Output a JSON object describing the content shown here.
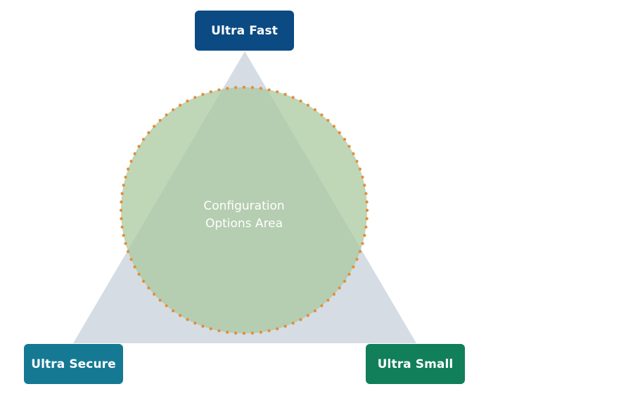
{
  "diagram": {
    "type": "trade-off triangle",
    "vertices": [
      {
        "id": "fast",
        "label": "Ultra Fast",
        "color": "#0b4a82"
      },
      {
        "id": "secure",
        "label": "Ultra Secure",
        "color": "#157994"
      },
      {
        "id": "small",
        "label": "Ultra Small",
        "color": "#117f5a"
      }
    ],
    "center": {
      "line1": "Configuration",
      "line2": "Options Area"
    },
    "colors": {
      "triangle_fill": "#d6dce4",
      "circle_fill": "#a9c89f",
      "circle_border_dots": "#e38d35",
      "label_text": "#ffffff"
    }
  }
}
